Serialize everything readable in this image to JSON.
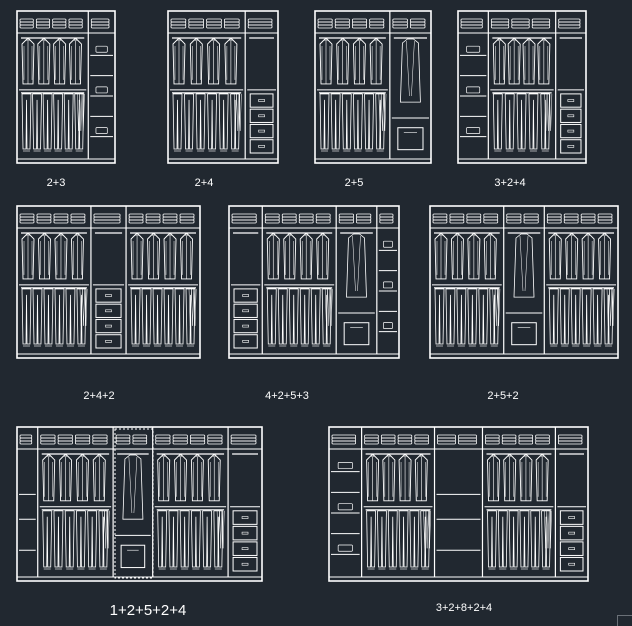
{
  "colors": {
    "background": "#212830",
    "line": "#ffffff",
    "accent_dashed": "#ffffff"
  },
  "wardrobes": [
    {
      "id": "w1",
      "label": "2+3"
    },
    {
      "id": "w2",
      "label": "2+4"
    },
    {
      "id": "w3",
      "label": "2+5"
    },
    {
      "id": "w4",
      "label": "3+2+4"
    },
    {
      "id": "w5",
      "label": "2+4+2"
    },
    {
      "id": "w6",
      "label": "4+2+5+3"
    },
    {
      "id": "w7",
      "label": "2+5+2"
    },
    {
      "id": "w8",
      "label": "1+2+5+2+4"
    },
    {
      "id": "w9",
      "label": "3+2+8+2+4"
    }
  ]
}
